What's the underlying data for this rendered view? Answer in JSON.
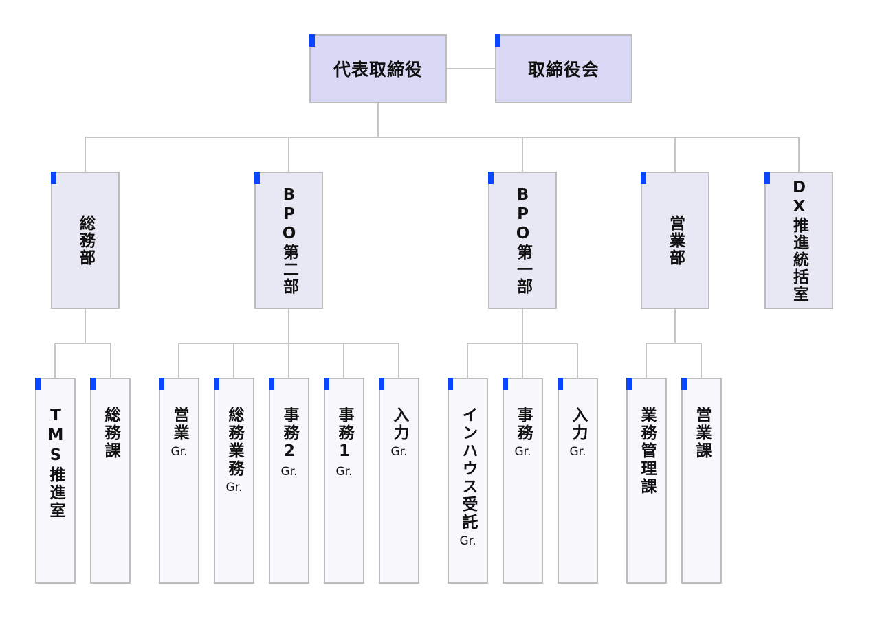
{
  "colors": {
    "level1_fill": "#d9d9f6",
    "level2_fill": "#e8e8f5",
    "level3_fill": "#f8f8fc",
    "border": "#bcbcbc",
    "connector": "#c4c4c4",
    "marker": "#0a46ff"
  },
  "executives": [
    {
      "label": "代表取締役"
    },
    {
      "label": "取締役会"
    }
  ],
  "departments": [
    {
      "label": "総務部",
      "children": [
        {
          "label": "TMS推進室",
          "suffix": ""
        },
        {
          "label": "総務課",
          "suffix": ""
        }
      ]
    },
    {
      "label": "BPO第二部",
      "children": [
        {
          "label": "営業",
          "suffix": "Gr."
        },
        {
          "label": "総務業務",
          "suffix": "Gr."
        },
        {
          "label": "事務2",
          "suffix": "Gr."
        },
        {
          "label": "事務1",
          "suffix": "Gr."
        },
        {
          "label": "入力",
          "suffix": "Gr."
        }
      ]
    },
    {
      "label": "BPO第一部",
      "children": [
        {
          "label": "インハウス受託",
          "suffix": "Gr."
        },
        {
          "label": "事務",
          "suffix": "Gr."
        },
        {
          "label": "入力",
          "suffix": "Gr."
        }
      ]
    },
    {
      "label": "営業部",
      "children": [
        {
          "label": "業務管理課",
          "suffix": ""
        },
        {
          "label": "営業課",
          "suffix": ""
        }
      ]
    },
    {
      "label": "DX推進統括室",
      "children": []
    }
  ]
}
